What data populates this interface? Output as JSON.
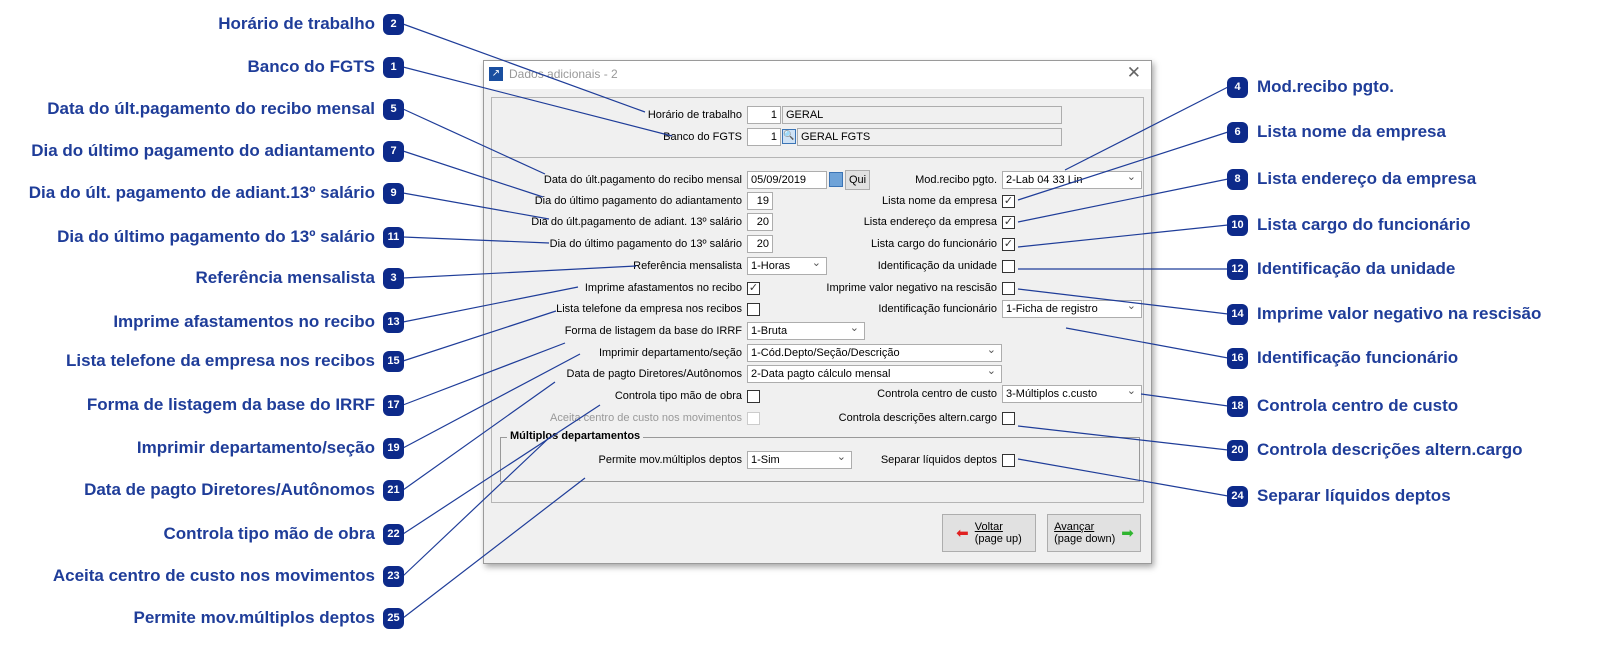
{
  "window": {
    "title": "Dados adicionais - 2",
    "close": "✕"
  },
  "top_fields": [
    {
      "label": "Horário de trabalho",
      "code": "1",
      "name": "GERAL"
    },
    {
      "label": "Banco do FGTS",
      "code": "1",
      "name": "GERAL FGTS"
    }
  ],
  "left_fields": [
    {
      "label": "Data do últ.pagamento do recibo mensal",
      "type": "date",
      "value": "05/09/2019",
      "button": "Qui"
    },
    {
      "label": "Dia do último pagamento do adiantamento",
      "type": "num",
      "value": "19"
    },
    {
      "label": "Dia do últ.pagamento de adiant. 13º salário",
      "type": "num",
      "value": "20"
    },
    {
      "label": "Dia do último pagamento do 13º salário",
      "type": "num",
      "value": "20"
    },
    {
      "label": "Referência mensalista",
      "type": "select",
      "value": "1-Horas"
    },
    {
      "label": "Imprime afastamentos no recibo",
      "type": "check",
      "checked": true
    },
    {
      "label": "Lista telefone da empresa nos recibos",
      "type": "check",
      "checked": false
    },
    {
      "label": "Forma de listagem da base do IRRF",
      "type": "select",
      "value": "1-Bruta"
    },
    {
      "label": "Imprimir departamento/seção",
      "type": "select",
      "value": "1-Cód.Depto/Seção/Descrição"
    },
    {
      "label": "Data de pagto Diretores/Autônomos",
      "type": "select",
      "value": "2-Data pagto cálculo mensal"
    },
    {
      "label": "Controla tipo mão de obra",
      "type": "check",
      "checked": false
    },
    {
      "label": "Aceita centro de custo nos movimentos",
      "type": "check",
      "checked": false,
      "disabled": true
    }
  ],
  "right_fields": [
    {
      "label": "Mod.recibo pgto.",
      "type": "select",
      "value": "2-Lab 04 33 Lin"
    },
    {
      "label": "Lista nome da empresa",
      "type": "check",
      "checked": true
    },
    {
      "label": "Lista endereço da empresa",
      "type": "check",
      "checked": true
    },
    {
      "label": "Lista cargo do funcionário",
      "type": "check",
      "checked": true
    },
    {
      "label": "Identificação da unidade",
      "type": "check",
      "checked": false
    },
    {
      "label": "Imprime valor negativo na rescisão",
      "type": "check",
      "checked": false
    },
    {
      "label": "Identificação funcionário",
      "type": "select",
      "value": "1-Ficha de registro"
    },
    {
      "label": "Controla centro de custo",
      "type": "select",
      "value": "3-Múltiplos c.custo"
    },
    {
      "label": "Controla descrições altern.cargo",
      "type": "check",
      "checked": false
    }
  ],
  "group": {
    "title": "Múltiplos departamentos",
    "fields": [
      {
        "label": "Permite mov.múltiplos deptos",
        "type": "select",
        "value": "1-Sim"
      },
      {
        "label": "Separar líquidos deptos",
        "type": "check",
        "checked": false
      }
    ]
  },
  "buttons": {
    "back": {
      "line1": "Voltar",
      "line2": "(page up)"
    },
    "next": {
      "line1": "Avançar",
      "line2": "(page down)"
    }
  },
  "callouts_left": [
    {
      "n": "2",
      "label": "Horário de trabalho"
    },
    {
      "n": "1",
      "label": "Banco do FGTS"
    },
    {
      "n": "5",
      "label": "Data do últ.pagamento do recibo mensal"
    },
    {
      "n": "7",
      "label": "Dia do último pagamento do adiantamento"
    },
    {
      "n": "9",
      "label": "Dia do últ. pagamento de adiant.13º salário"
    },
    {
      "n": "11",
      "label": "Dia do último pagamento do 13º salário"
    },
    {
      "n": "3",
      "label": "Referência mensalista"
    },
    {
      "n": "13",
      "label": "Imprime afastamentos no recibo"
    },
    {
      "n": "15",
      "label": "Lista telefone da empresa nos recibos"
    },
    {
      "n": "17",
      "label": "Forma de listagem da base do IRRF"
    },
    {
      "n": "19",
      "label": "Imprimir departamento/seção"
    },
    {
      "n": "21",
      "label": "Data de pagto Diretores/Autônomos"
    },
    {
      "n": "22",
      "label": "Controla tipo mão de obra"
    },
    {
      "n": "23",
      "label": "Aceita centro de custo nos movimentos"
    },
    {
      "n": "25",
      "label": "Permite mov.múltiplos deptos"
    }
  ],
  "callouts_right": [
    {
      "n": "4",
      "label": "Mod.recibo pgto."
    },
    {
      "n": "6",
      "label": "Lista nome da empresa"
    },
    {
      "n": "8",
      "label": "Lista endereço da empresa"
    },
    {
      "n": "10",
      "label": "Lista cargo do funcionário"
    },
    {
      "n": "12",
      "label": "Identificação da unidade"
    },
    {
      "n": "14",
      "label": "Imprime valor negativo na rescisão"
    },
    {
      "n": "16",
      "label": "Identificação funcionário"
    },
    {
      "n": "18",
      "label": "Controla centro de custo"
    },
    {
      "n": "20",
      "label": "Controla descrições altern.cargo"
    },
    {
      "n": "24",
      "label": "Separar líquidos deptos"
    }
  ]
}
